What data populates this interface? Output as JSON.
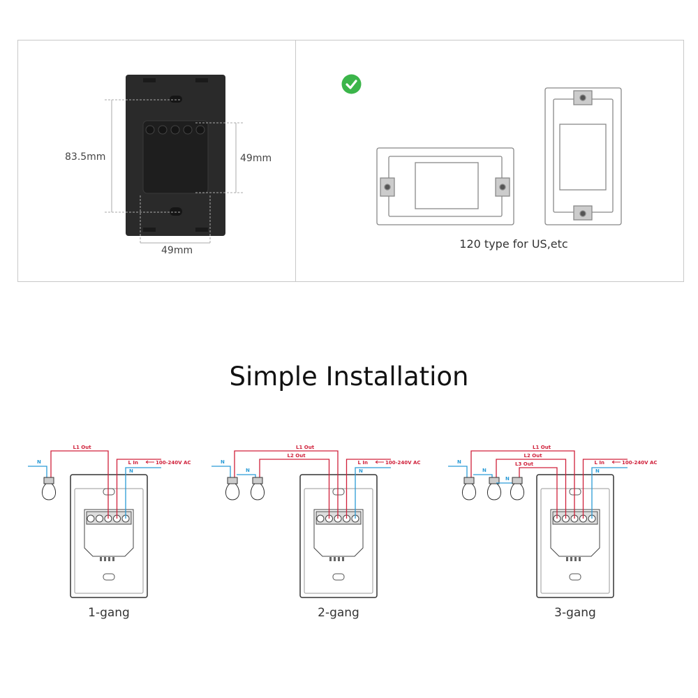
{
  "dimensions": {
    "height": "83.5mm",
    "inner_height": "49mm",
    "width": "49mm"
  },
  "compatibility": {
    "icon": "check-circle-icon",
    "label": "120 type for US,etc",
    "check_color": "#3bb54a"
  },
  "section_title": "Simple Installation",
  "wiring": {
    "neutral": "N",
    "line_in": "L In",
    "supply": "100-240V AC",
    "wire_colors": {
      "live": "#d0203a",
      "neutral": "#2a9bd6"
    },
    "diagrams": [
      {
        "label": "1-gang",
        "outputs": [
          "L1 Out"
        ]
      },
      {
        "label": "2-gang",
        "outputs": [
          "L1 Out",
          "L2 Out"
        ]
      },
      {
        "label": "3-gang",
        "outputs": [
          "L1 Out",
          "L2 Out",
          "L3 Out"
        ]
      }
    ]
  }
}
